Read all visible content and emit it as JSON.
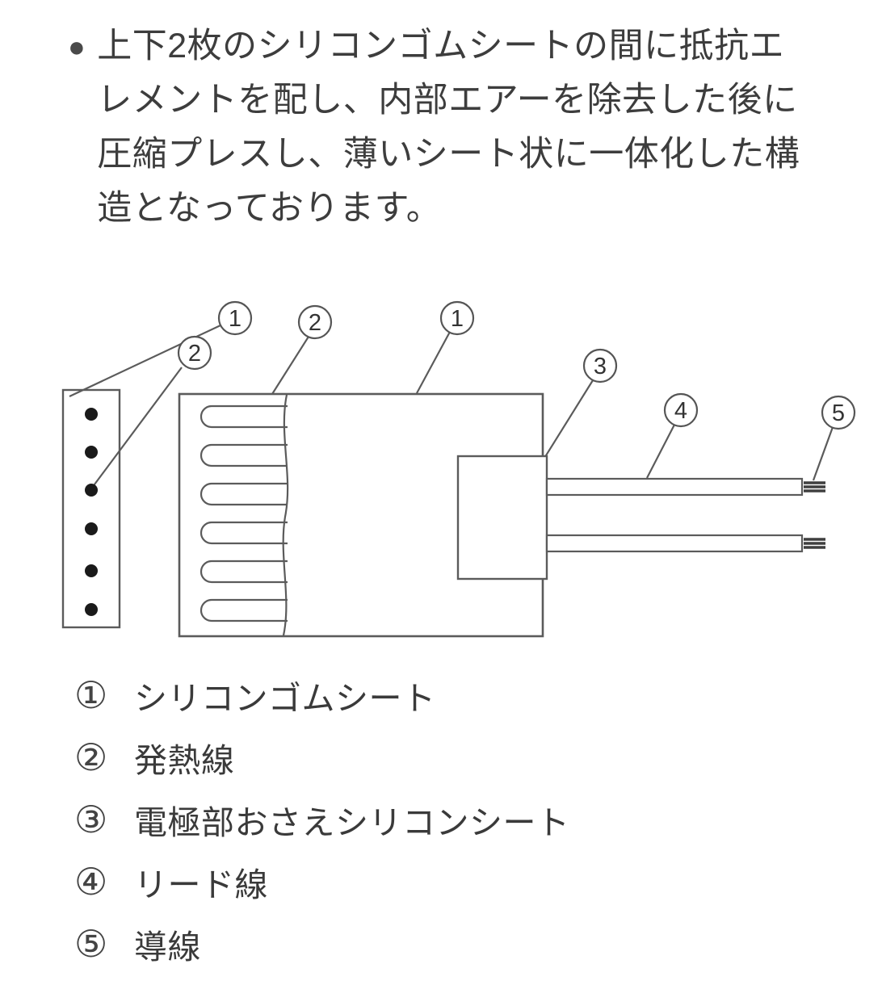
{
  "intro": {
    "bullet": "●",
    "lines": [
      "上下2枚のシリコンゴムシートの間に抵抗エ",
      "レメントを配し、内部エアーを除去した後に",
      "圧縮プレスし、薄いシート状に一体化した構",
      "造となっております。"
    ]
  },
  "diagram": {
    "callouts": {
      "c1": "1",
      "c2": "2",
      "c3": "3",
      "c4": "4",
      "c5": "5"
    },
    "colors": {
      "line": "#5b5b5b",
      "dot": "#1a1a1a",
      "text": "#333333"
    }
  },
  "legend": {
    "items": [
      {
        "num": "①",
        "label": "シリコンゴムシート"
      },
      {
        "num": "②",
        "label": "発熱線"
      },
      {
        "num": "③",
        "label": "電極部おさえシリコンシート"
      },
      {
        "num": "④",
        "label": "リード線"
      },
      {
        "num": "⑤",
        "label": "導線"
      }
    ]
  }
}
